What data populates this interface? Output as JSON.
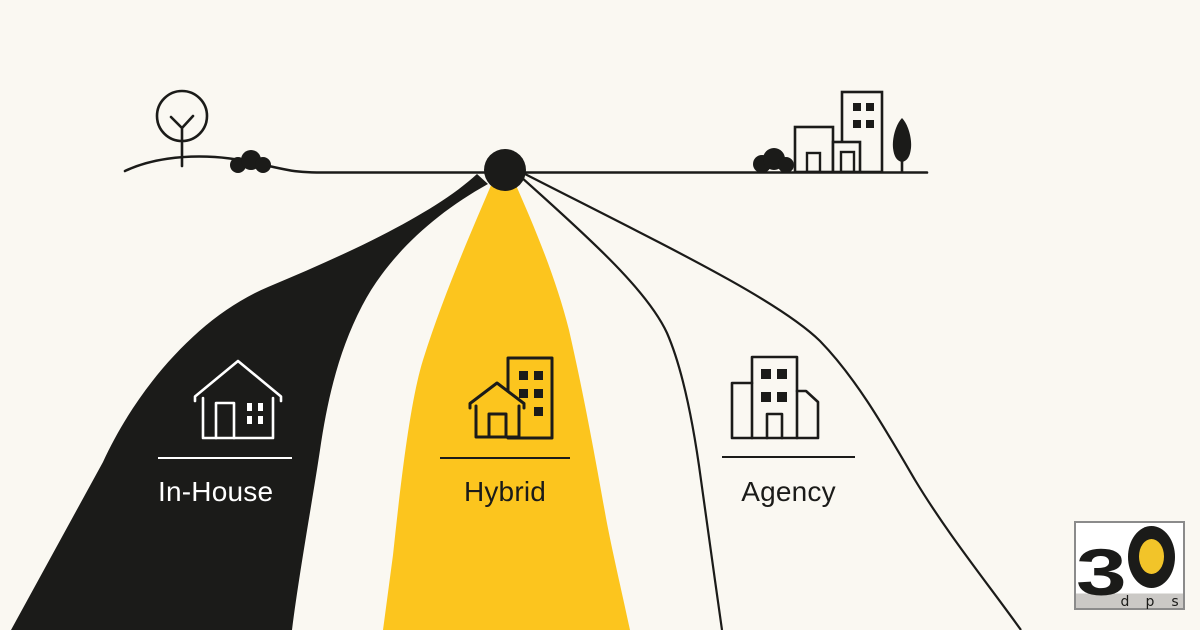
{
  "paths": [
    {
      "id": "in-house",
      "label": "In-House",
      "fill": "#1B1B19",
      "text_color": "#FFFFFF",
      "icon": "house-icon"
    },
    {
      "id": "hybrid",
      "label": "Hybrid",
      "fill": "#FCC51E",
      "text_color": "#1B1B19",
      "icon": "house-and-office-icon"
    },
    {
      "id": "agency",
      "label": "Agency",
      "fill": "none",
      "text_color": "#1B1B19",
      "icon": "office-building-icon"
    }
  ],
  "scenery": {
    "left": [
      "tree-icon",
      "bush-icon"
    ],
    "right": [
      "bush-icon",
      "buildings-icon",
      "cypress-icon"
    ],
    "junction": "junction-dot"
  },
  "logo": {
    "digit": "3",
    "letters": [
      "d",
      "p",
      "s"
    ]
  },
  "colors": {
    "bg": "#FAF8F2",
    "ink": "#1B1B19",
    "yellow": "#FCC51E",
    "logo_border": "#8B8B8B",
    "logo_strip": "#CBC9C6",
    "logo_zero": "#F2C429"
  }
}
